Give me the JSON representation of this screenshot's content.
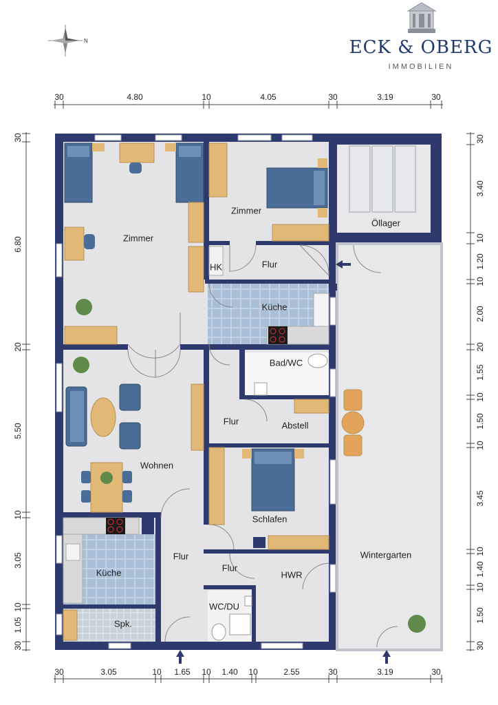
{
  "brand": {
    "name": "ECK & OBERG",
    "subtitle": "IMMOBILIEN"
  },
  "compass": {
    "north": "N"
  },
  "rooms": {
    "zimmer_left": "Zimmer",
    "zimmer_right": "Zimmer",
    "oellager": "Öllager",
    "hk": "HK",
    "flur_top": "Flur",
    "kueche_top": "Küche",
    "bad_wc": "Bad/WC",
    "flur_mid": "Flur",
    "abstell": "Abstell",
    "wohnen": "Wohnen",
    "schlafen": "Schlafen",
    "kueche_bottom": "Küche",
    "flur_bottom_left": "Flur",
    "flur_bottom": "Flur",
    "hwr": "HWR",
    "wc_du": "WC/DU",
    "spk": "Spk.",
    "wintergarten": "Wintergarten"
  },
  "dimensions": {
    "top": [
      "30",
      "4.80",
      "10",
      "4.05",
      "30",
      "3.19",
      "30"
    ],
    "bottom": [
      "30",
      "3.05",
      "10",
      "1.65",
      "10",
      "1.40",
      "10",
      "2.55",
      "30",
      "3.19",
      "30"
    ],
    "left": [
      "30",
      "6.80",
      "20",
      "5.50",
      "10",
      "3.05",
      "10",
      "1.05",
      "30"
    ],
    "right": [
      "30",
      "3.40",
      "10",
      "1.20",
      "10",
      "2.00",
      "20",
      "1.55",
      "10",
      "1.50",
      "10",
      "3.45",
      "10",
      "1.40",
      "10",
      "1.50",
      "30"
    ]
  },
  "colors": {
    "wall": "#2e3a6e",
    "floor": "#e4e4e6",
    "wood": "#e2b877",
    "bed": "#4a6d97",
    "tile": "#a9bfd6"
  }
}
